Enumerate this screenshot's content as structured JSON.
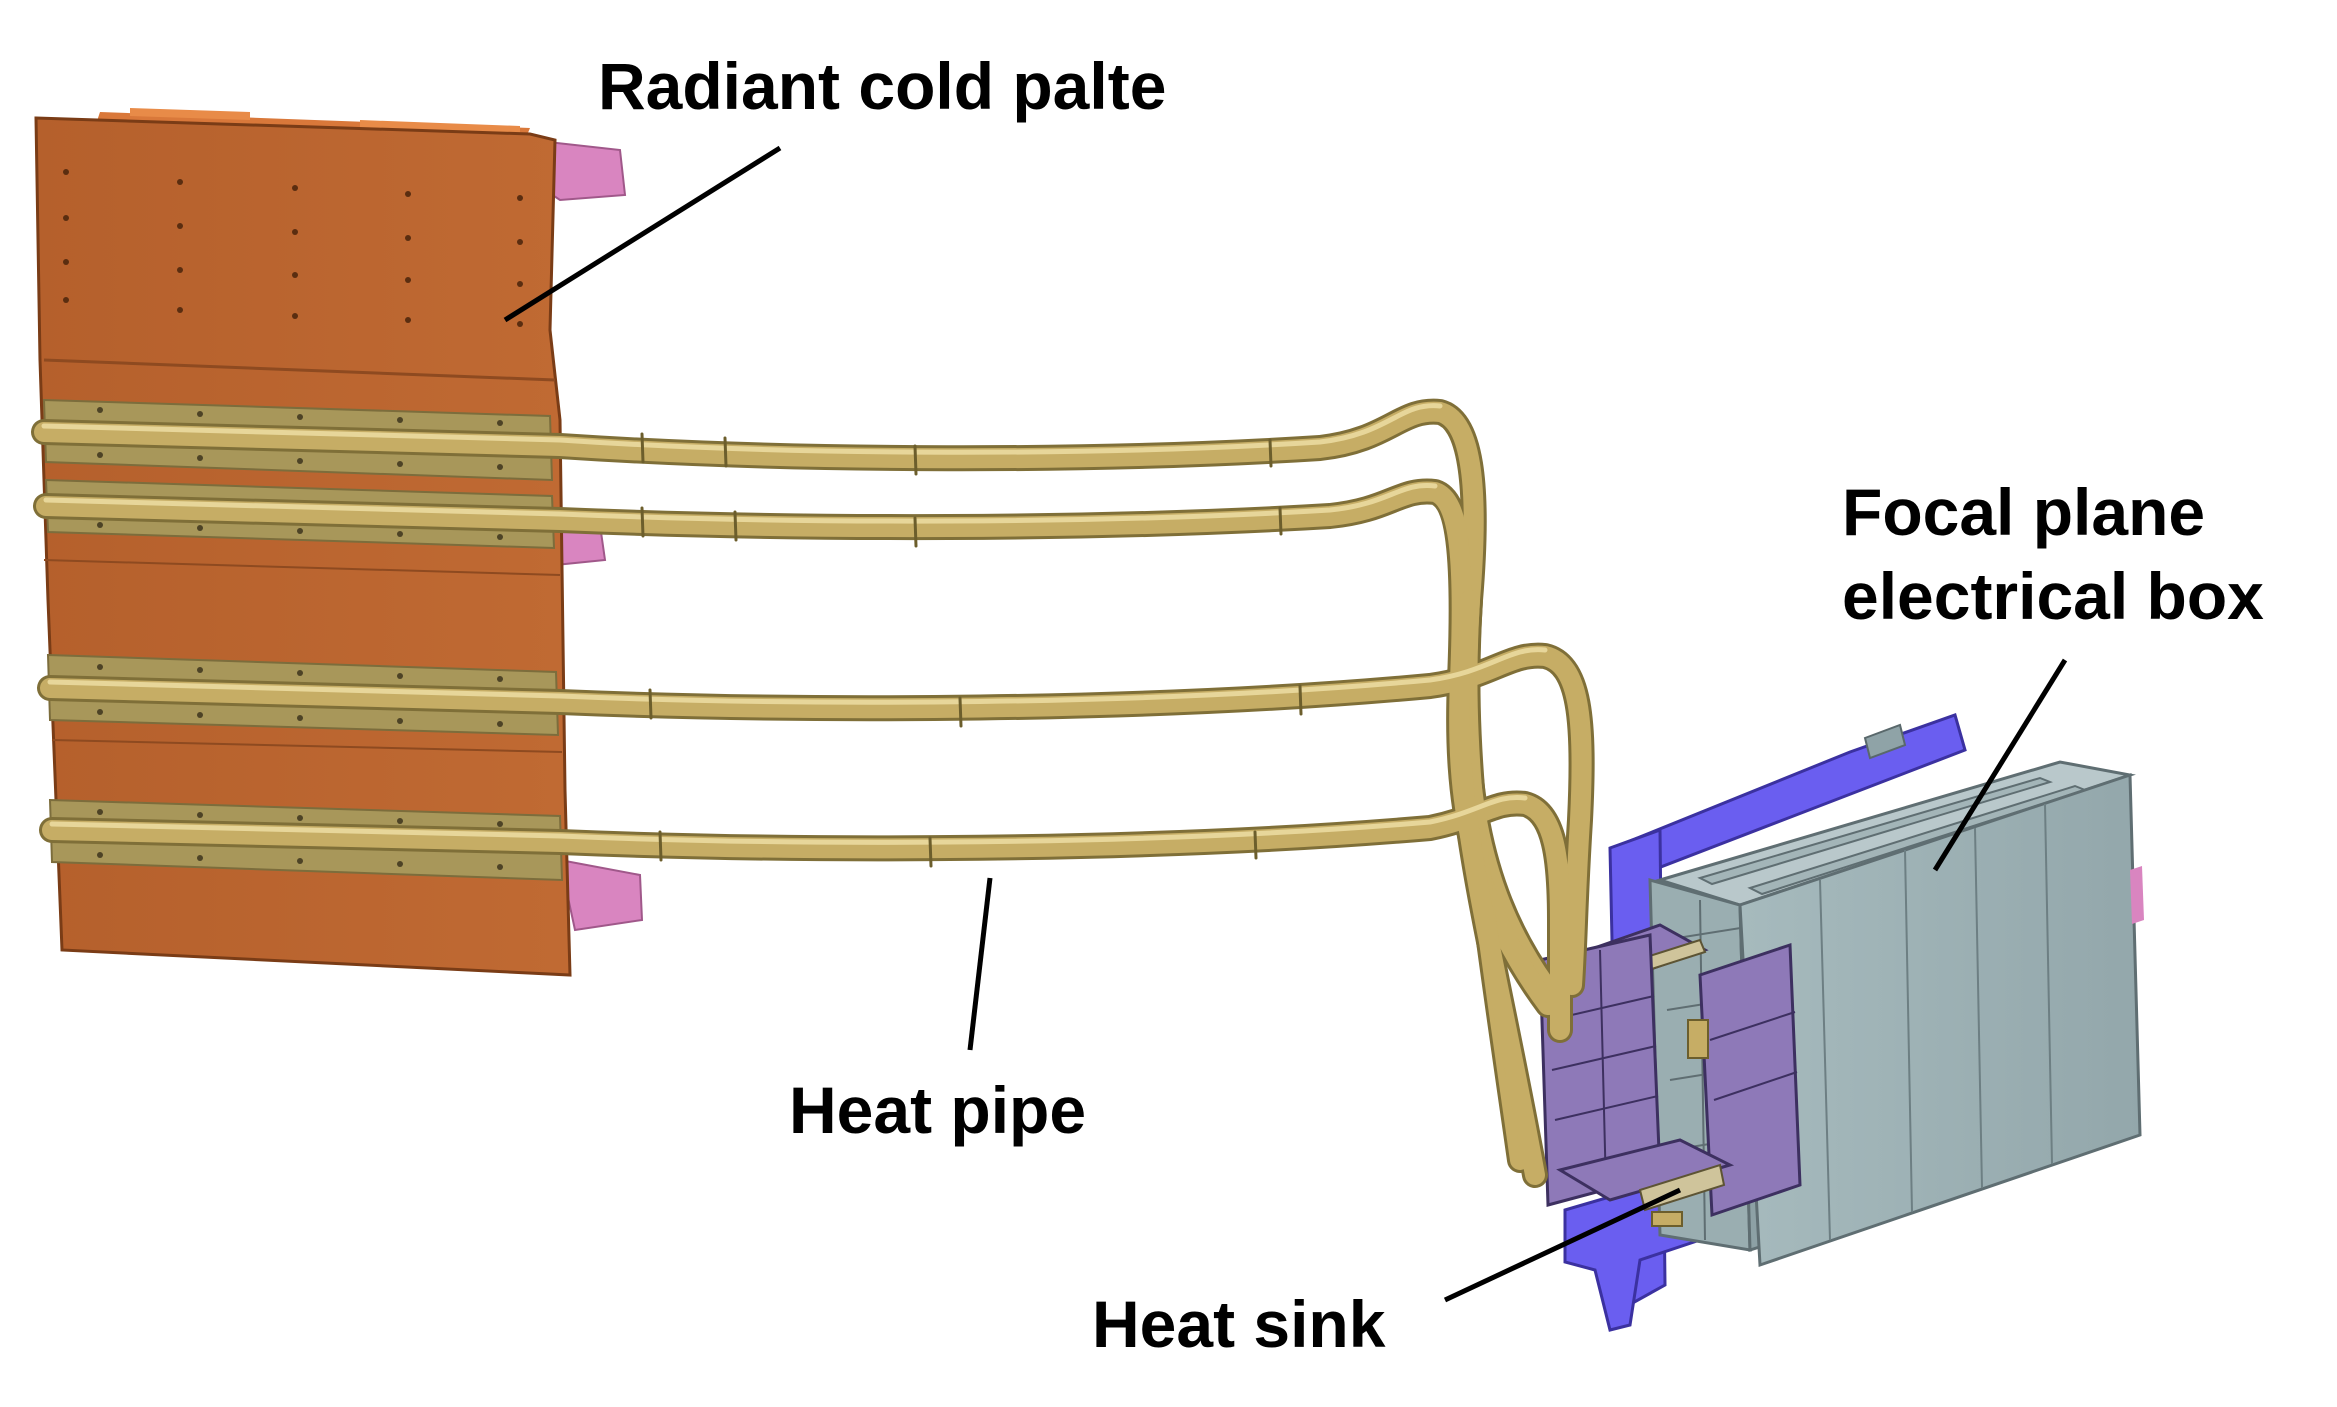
{
  "labels": {
    "radiant_cold_plate": "Radiant cold palte",
    "heat_pipe": "Heat pipe",
    "heat_sink": "Heat sink",
    "box_line1": "Focal plane",
    "box_line2": "electrical box"
  },
  "colors": {
    "cold_plate": "#b8612c",
    "cold_plate_dark": "#8e4a20",
    "cold_plate_rim": "#d9783a",
    "bracket": "#d985c0",
    "heat_pipe": "#c6ad65",
    "heat_pipe_dark": "#8c7a3e",
    "heat_pipe_light": "#e7d69a",
    "clamp_strip": "#a8975a",
    "box_body": "#9fb3b7",
    "box_side": "#8da1a5",
    "box_top": "#b9c8cb",
    "mount_frame": "#6a5ef0",
    "mount_frame_dark": "#4a3fc0",
    "sink_purple": "#8e79b8",
    "sink_purple_dark": "#5e4e86",
    "leader_line": "#000000"
  }
}
